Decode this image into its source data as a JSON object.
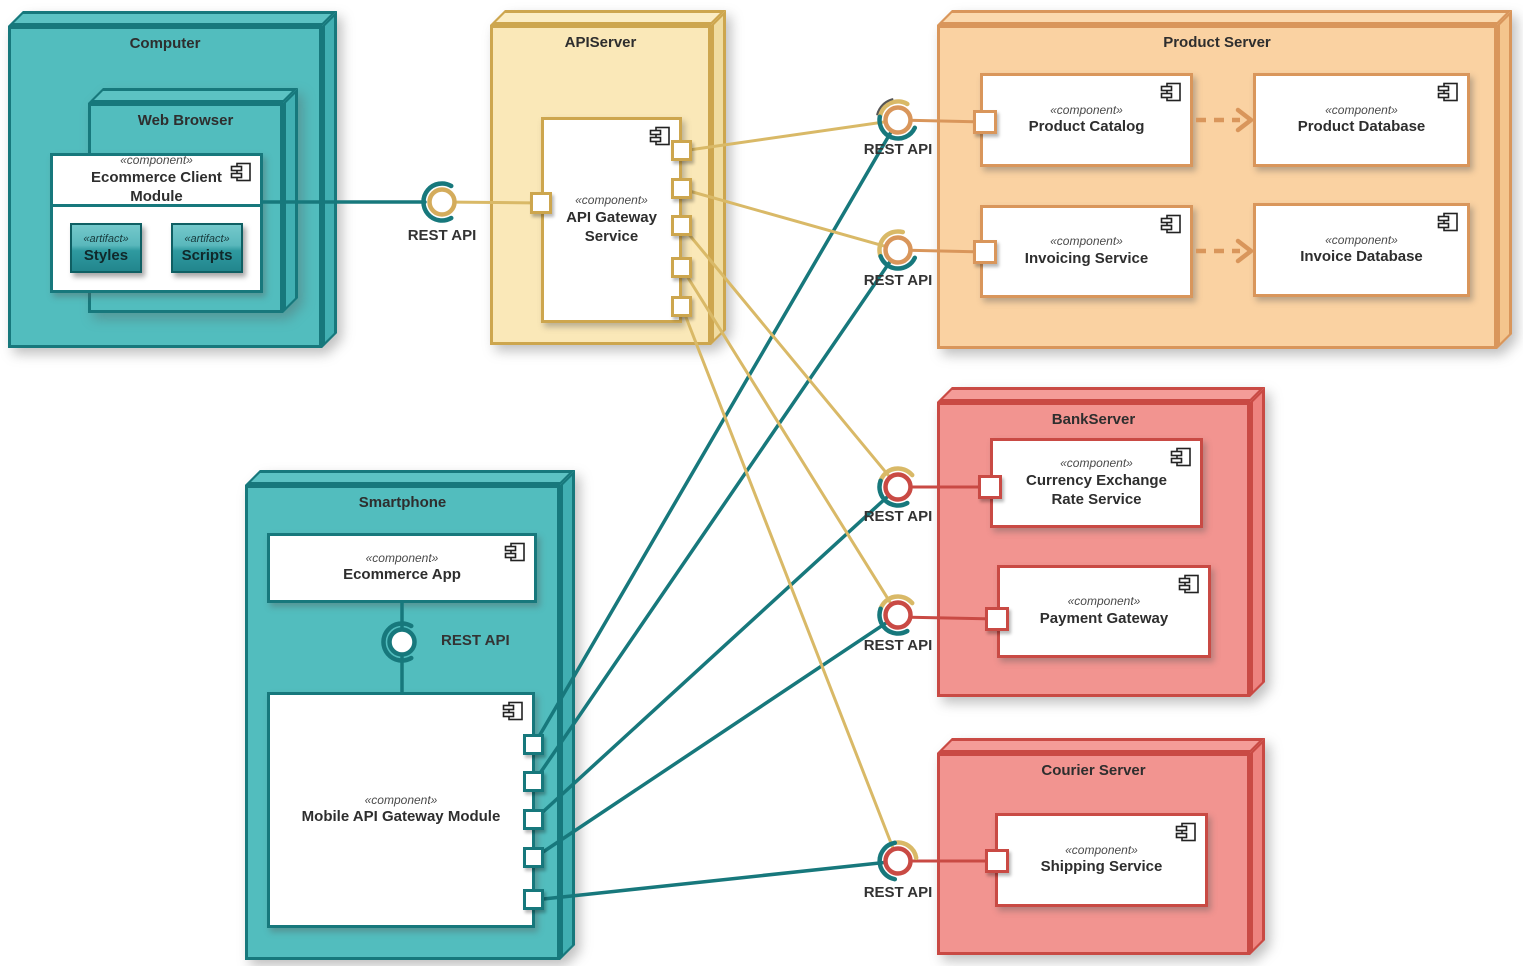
{
  "nodes": {
    "computer": {
      "title": "Computer"
    },
    "web_browser": {
      "title": "Web Browser"
    },
    "api_server": {
      "title": "APIServer"
    },
    "product_server": {
      "title": "Product Server"
    },
    "bank_server": {
      "title": "BankServer"
    },
    "courier_server": {
      "title": "Courier Server"
    },
    "smartphone": {
      "title": "Smartphone"
    }
  },
  "components": {
    "ecommerce_client_module": {
      "stereotype": "«component»",
      "name": "Ecommerce Client Module"
    },
    "api_gateway_service": {
      "stereotype": "«component»",
      "name": "API Gateway Service"
    },
    "product_catalog": {
      "stereotype": "«component»",
      "name": "Product Catalog"
    },
    "product_database": {
      "stereotype": "«component»",
      "name": "Product Database"
    },
    "invoicing_service": {
      "stereotype": "«component»",
      "name": "Invoicing Service"
    },
    "invoice_database": {
      "stereotype": "«component»",
      "name": "Invoice Database"
    },
    "currency_exchange_rate_service": {
      "stereotype": "«component»",
      "name": "Currency Exchange Rate Service"
    },
    "payment_gateway": {
      "stereotype": "«component»",
      "name": "Payment Gateway"
    },
    "shipping_service": {
      "stereotype": "«component»",
      "name": "Shipping Service"
    },
    "ecommerce_app": {
      "stereotype": "«component»",
      "name": "Ecommerce App"
    },
    "mobile_api_gateway_module": {
      "stereotype": "«component»",
      "name": "Mobile API Gateway Module"
    }
  },
  "artifacts": {
    "styles": {
      "stereotype": "«artifact»",
      "name": "Styles"
    },
    "scripts": {
      "stereotype": "«artifact»",
      "name": "Scripts"
    }
  },
  "interface_labels": {
    "client_gateway": "REST API",
    "smartphone_internal": "REST API",
    "product_catalog": "REST API",
    "invoicing": "REST API",
    "currency": "REST API",
    "payment": "REST API",
    "shipping": "REST API"
  },
  "colors": {
    "teal_fill": "#52BDBE",
    "teal_stroke": "#17787C",
    "yellow_fill": "#FAE8B8",
    "yellow_stroke": "#CDA64E",
    "yellow_line": "#D9B967",
    "orange_fill": "#FAD2A2",
    "orange_stroke": "#D9965B",
    "red_fill": "#F29490",
    "red_stroke": "#C94A44",
    "text": "#333333"
  }
}
